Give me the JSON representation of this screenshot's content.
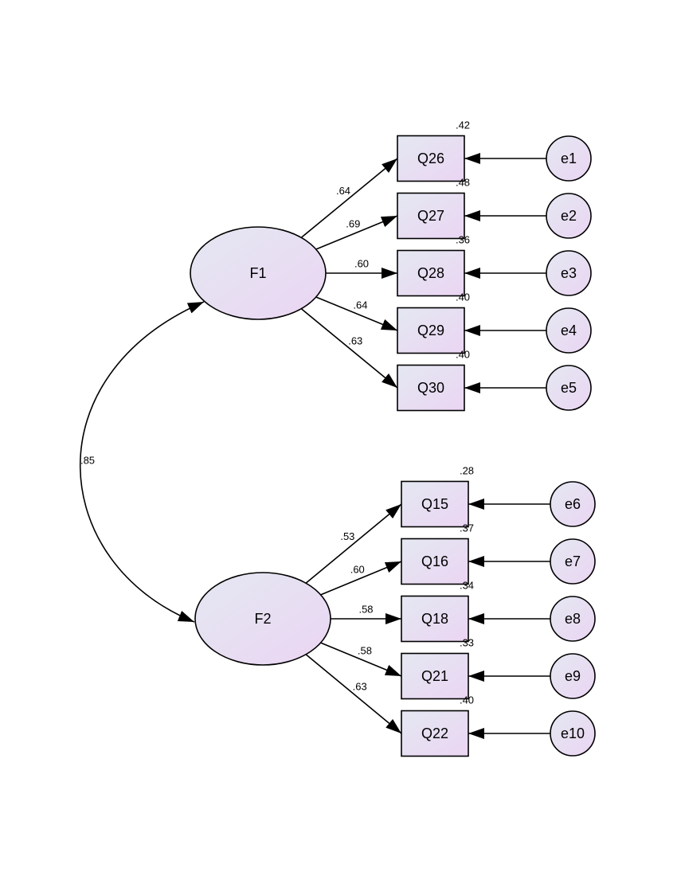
{
  "colors": {
    "fill_start": "#e4e8f2",
    "fill_end": "#ebd5f3",
    "stroke": "#000000",
    "background": "#ffffff"
  },
  "factors": [
    {
      "id": "F1",
      "label": "F1",
      "indicators": [
        {
          "label": "Q26",
          "loading": ".64",
          "r2": ".42",
          "error": "e1"
        },
        {
          "label": "Q27",
          "loading": ".69",
          "r2": ".48",
          "error": "e2"
        },
        {
          "label": "Q28",
          "loading": ".60",
          "r2": ".36",
          "error": "e3"
        },
        {
          "label": "Q29",
          "loading": ".64",
          "r2": ".40",
          "error": "e4"
        },
        {
          "label": "Q30",
          "loading": ".63",
          "r2": ".40",
          "error": "e5"
        }
      ]
    },
    {
      "id": "F2",
      "label": "F2",
      "indicators": [
        {
          "label": "Q15",
          "loading": ".53",
          "r2": ".28",
          "error": "e6"
        },
        {
          "label": "Q16",
          "loading": ".60",
          "r2": ".37",
          "error": "e7"
        },
        {
          "label": "Q18",
          "loading": ".58",
          "r2": ".34",
          "error": "e8"
        },
        {
          "label": "Q21",
          "loading": ".58",
          "r2": ".33",
          "error": "e9"
        },
        {
          "label": "Q22",
          "loading": ".63",
          "r2": ".40",
          "error": "e10"
        }
      ]
    }
  ],
  "correlation": ".85"
}
